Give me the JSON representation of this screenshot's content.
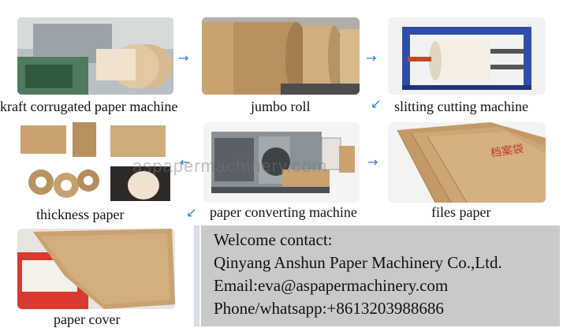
{
  "steps": [
    {
      "caption": "kraft corrugated paper machine"
    },
    {
      "caption": "jumbo roll"
    },
    {
      "caption": "slitting cutting machine"
    },
    {
      "caption": "paper converting machine"
    },
    {
      "caption": "files paper"
    },
    {
      "caption": "thickness paper"
    },
    {
      "caption": "paper cover"
    }
  ],
  "watermark": "aspapermachinery.com",
  "contact": {
    "heading": "Welcome contact:",
    "company": "Qinyang Anshun Paper Machinery Co.,Ltd.",
    "email": "Email:eva@aspapermachinery.com",
    "phone": "Phone/whatsapp:+8613203988686"
  },
  "folder_label": "档案袋",
  "colors": {
    "arrow": "#2f7fd6",
    "contact_bg": "#c9c9c9",
    "kraft": "#c9a270"
  }
}
